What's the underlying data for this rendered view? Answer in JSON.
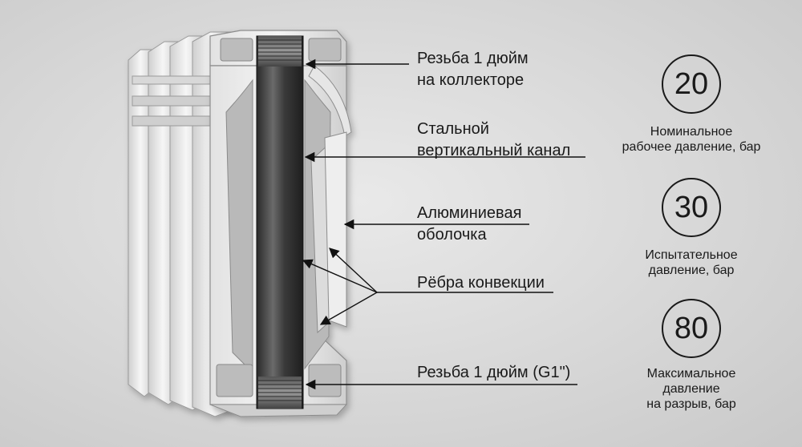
{
  "callouts": [
    {
      "line1": "Резьба 1 дюйм",
      "line2": "на коллекторе"
    },
    {
      "line1": "Стальной",
      "line2": "вертикальный канал"
    },
    {
      "line1": "Алюминиевая",
      "line2": "оболочка"
    },
    {
      "line1": "Рёбра конвекции"
    },
    {
      "line1": "Резьба 1 дюйм (G1\")"
    }
  ],
  "specs": [
    {
      "value": "20",
      "line1": "Номинальное",
      "line2": "рабочее давление, бар"
    },
    {
      "value": "30",
      "line1": "Испытательное",
      "line2": "давление, бар"
    },
    {
      "value": "80",
      "line1": "Максимальное",
      "line2": "давление",
      "line3": "на разрыв, бар"
    }
  ]
}
